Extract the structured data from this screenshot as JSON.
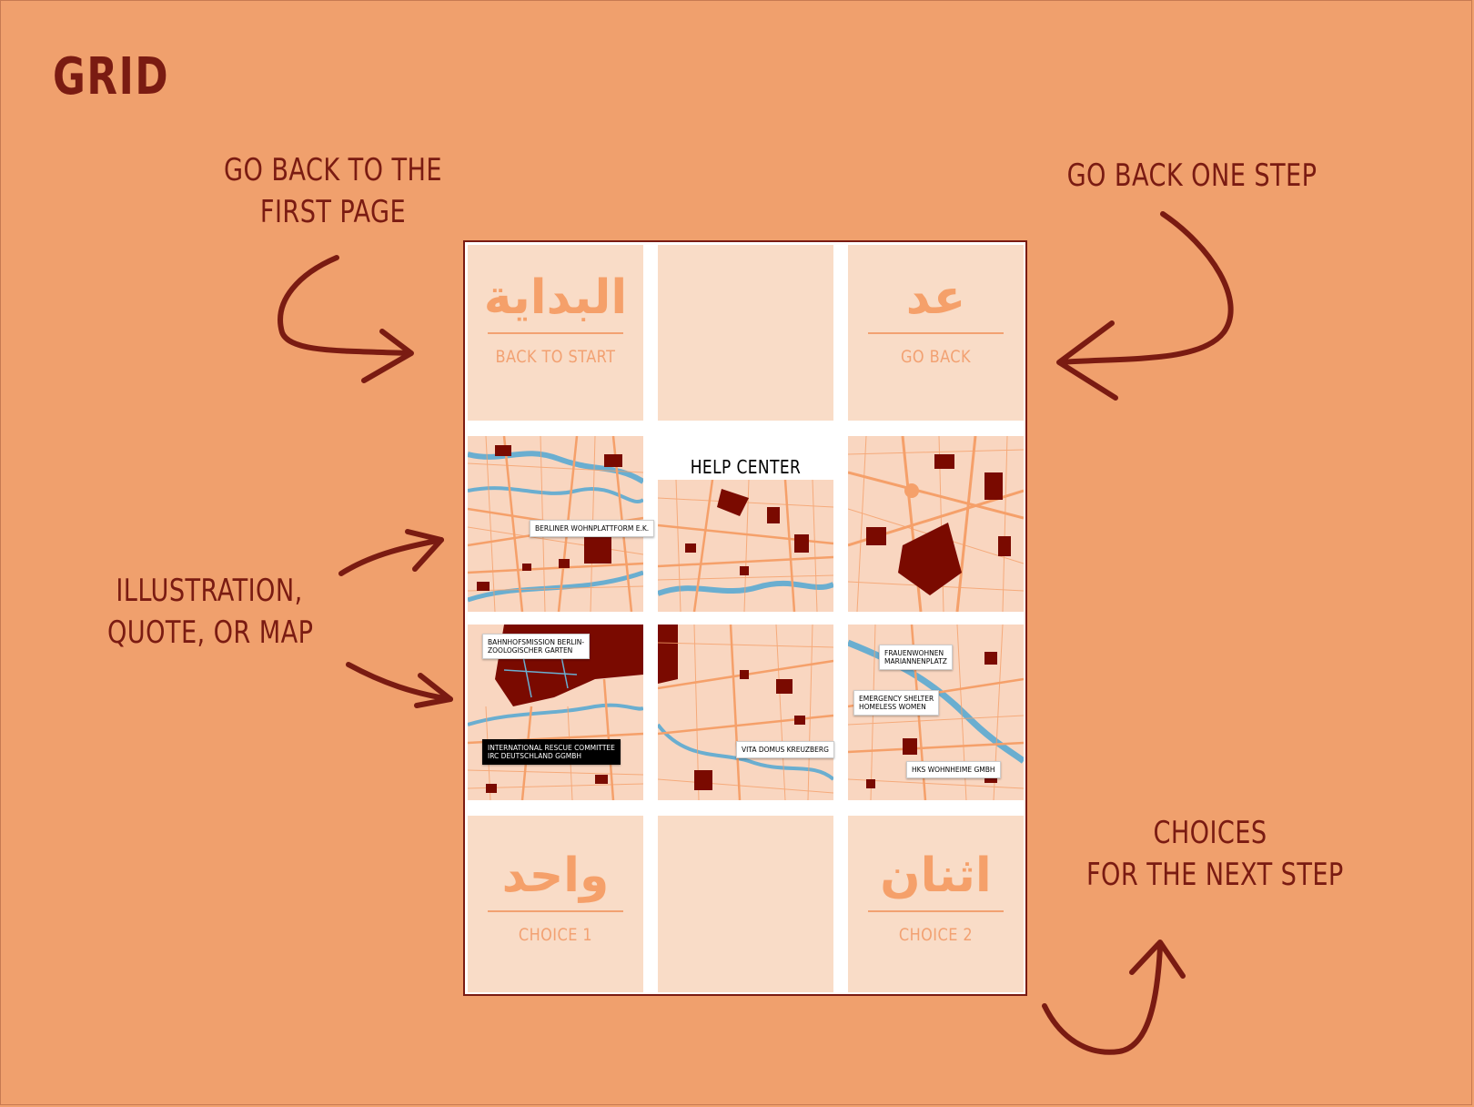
{
  "title": "GRID",
  "annotations": {
    "first_page": [
      "GO BACK TO THE",
      "FIRST PAGE"
    ],
    "one_step": "GO BACK ONE STEP",
    "illustration": [
      "ILLUSTRATION,",
      "QUOTE, OR MAP"
    ],
    "choices": [
      "CHOICES",
      "FOR THE NEXT STEP"
    ]
  },
  "grid": {
    "back_to_start": {
      "arabic": "البداية",
      "label": "BACK TO START"
    },
    "go_back": {
      "arabic": "عد",
      "label": "GO BACK"
    },
    "choice_1": {
      "arabic": "واحد",
      "label": "CHOICE 1"
    },
    "choice_2": {
      "arabic": "اثنان",
      "label": "CHOICE 2"
    },
    "help_center": "HELP CENTER",
    "map_labels": {
      "wohnplattform": "BERLINER WOHNPLATTFORM E.K.",
      "bahnhofsmission": [
        "BAHNHOFSMISSION BERLIN-",
        "ZOOLOGISCHER GARTEN"
      ],
      "irc": [
        "INTERNATIONAL RESCUE COMMITTEE",
        "IRC DEUTSCHLAND GGMBH"
      ],
      "vita_domus": "VITA DOMUS KREUZBERG",
      "frauenwohnen": [
        "FRAUENWOHNEN",
        "MARIANNENPLATZ"
      ],
      "emergency": [
        "EMERGENCY SHELTER",
        "HOMELESS WOMEN"
      ],
      "hks": "HKS WOHNHEIME GMBH"
    }
  },
  "colors": {
    "background": "#f0a06d",
    "ink": "#7a1b12",
    "cell": "#f9dcc7",
    "accent": "#f5a06a",
    "water": "#6aaed0"
  }
}
